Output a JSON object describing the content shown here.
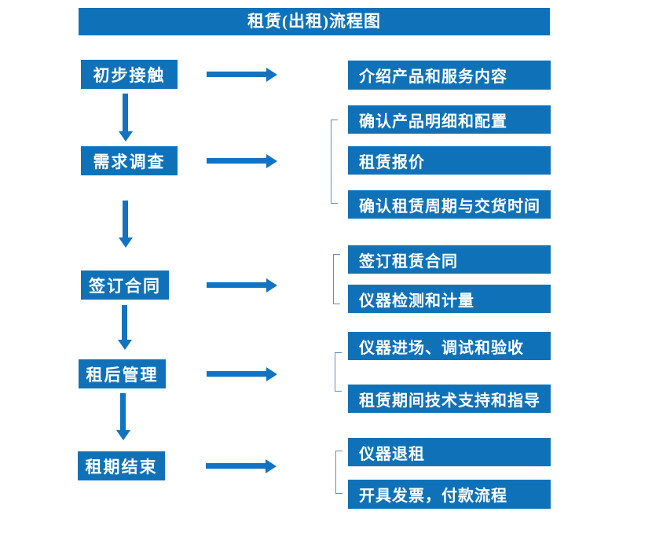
{
  "title": "租赁(出租)流程图",
  "colors": {
    "primary_blue": "#0f72b9",
    "arrow_blue": "#1173c2",
    "bracket_blue": "#5d8ec7",
    "text_white": "#ffffff",
    "background": "#ffffff"
  },
  "left_steps": [
    "初步接触",
    "需求调查",
    "签订合同",
    "租后管理",
    "租期结束"
  ],
  "right_details": [
    "介绍产品和服务内容",
    "确认产品明细和配置",
    "租赁报价",
    "确认租赁周期与交货时间",
    "签订租赁合同",
    "仪器检测和计量",
    "仪器进场、调试和验收",
    "租赁期间技术支持和指导",
    "仪器退租",
    "开具发票，付款流程"
  ]
}
